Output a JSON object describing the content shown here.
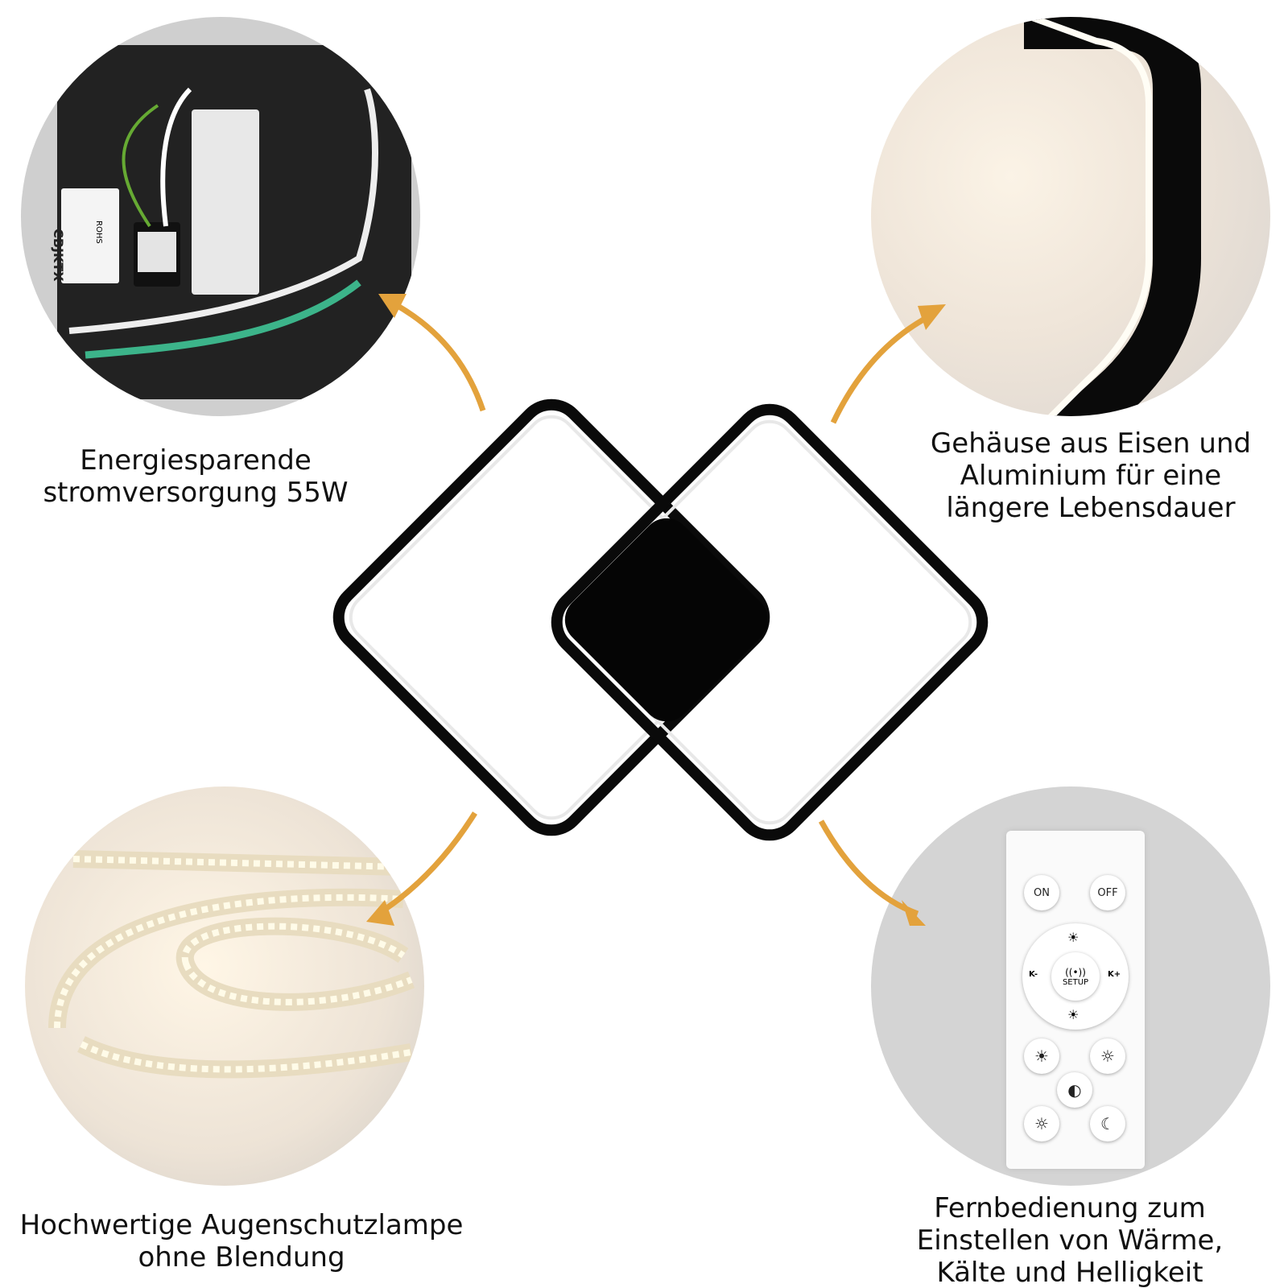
{
  "captions": {
    "top_left": [
      "Energiesparende",
      "stromversorgung 55W"
    ],
    "top_right": [
      "Gehäuse aus Eisen und",
      "Aluminium für eine",
      "längere Lebensdauer"
    ],
    "bottom_left": [
      "Hochwertige Augenschutzlampe",
      "ohne Blendung"
    ],
    "bottom_right": [
      "Fernbedienung zum",
      "Einstellen von Wärme,",
      "Kälte und Helligkeit"
    ]
  },
  "driver_label": {
    "brand": "CBJKTX",
    "mark": "ROHS"
  },
  "remote": {
    "on": "ON",
    "off": "OFF",
    "setup": "SETUP",
    "k_minus": "K-",
    "k_plus": "K+",
    "icons": [
      "brightness-up-icon",
      "brightness-down-icon",
      "warm-light-icon",
      "cool-light-icon",
      "neutral-light-icon",
      "lamp-icon",
      "night-mode-icon"
    ]
  },
  "colors": {
    "arrow": "#e3a23c",
    "frame": "#0a0a0a",
    "background": "#ffffff"
  }
}
